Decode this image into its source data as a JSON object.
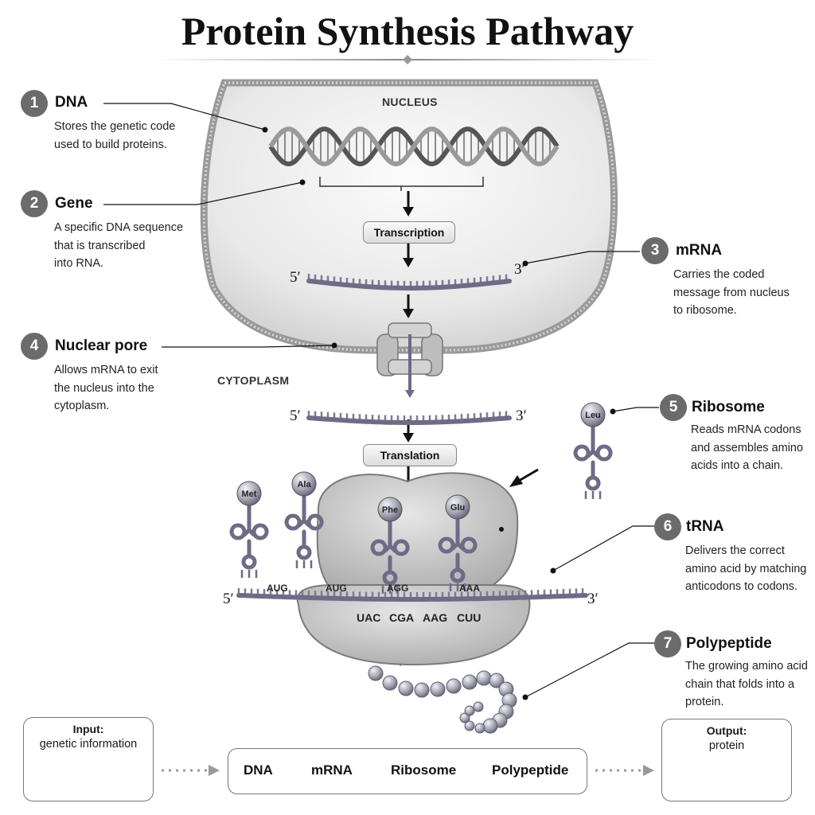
{
  "title": "Protein Synthesis Pathway",
  "regions": {
    "nucleus": "NUCLEUS",
    "cytoplasm": "CYTOPLASM"
  },
  "callouts": [
    {
      "num": "1",
      "title": "DNA",
      "desc": [
        "Stores the genetic code",
        "used to build proteins."
      ]
    },
    {
      "num": "2",
      "title": "Gene",
      "desc": [
        "A specific DNA sequence",
        "that is transcribed",
        "into RNA."
      ]
    },
    {
      "num": "3",
      "title": "mRNA",
      "desc": [
        "Carries the coded",
        "message from nucleus",
        "to ribosome."
      ]
    },
    {
      "num": "4",
      "title": "Nuclear pore",
      "desc": [
        "Allows mRNA to exit",
        "the nucleus into the",
        "cytoplasm."
      ]
    },
    {
      "num": "5",
      "title": "Ribosome",
      "desc": [
        "Reads mRNA codons",
        "and assembles amino",
        "acids into a chain."
      ]
    },
    {
      "num": "6",
      "title": "tRNA",
      "desc": [
        "Delivers the correct",
        "amino acid by matching",
        "anticodons to codons."
      ]
    },
    {
      "num": "7",
      "title": "Polypeptide",
      "desc": [
        "The growing amino acid",
        "chain that folds into a",
        "protein."
      ]
    }
  ],
  "process": {
    "transcription": "Transcription",
    "translation": "Translation"
  },
  "ends": {
    "five": "5′",
    "three": "3′"
  },
  "amino_acids": [
    "Met",
    "Ala",
    "Phe",
    "Glu",
    "Leu"
  ],
  "codons": [
    "AUG",
    "AUG",
    "AGG",
    "AAA"
  ],
  "anticodons": [
    "UAC",
    "CGA",
    "AAG",
    "CUU"
  ],
  "input": {
    "title": "Input:",
    "value": "genetic information"
  },
  "output": {
    "title": "Output:",
    "value": "protein"
  },
  "flow": [
    "DNA",
    "mRNA",
    "Ribosome",
    "Polypeptide"
  ]
}
